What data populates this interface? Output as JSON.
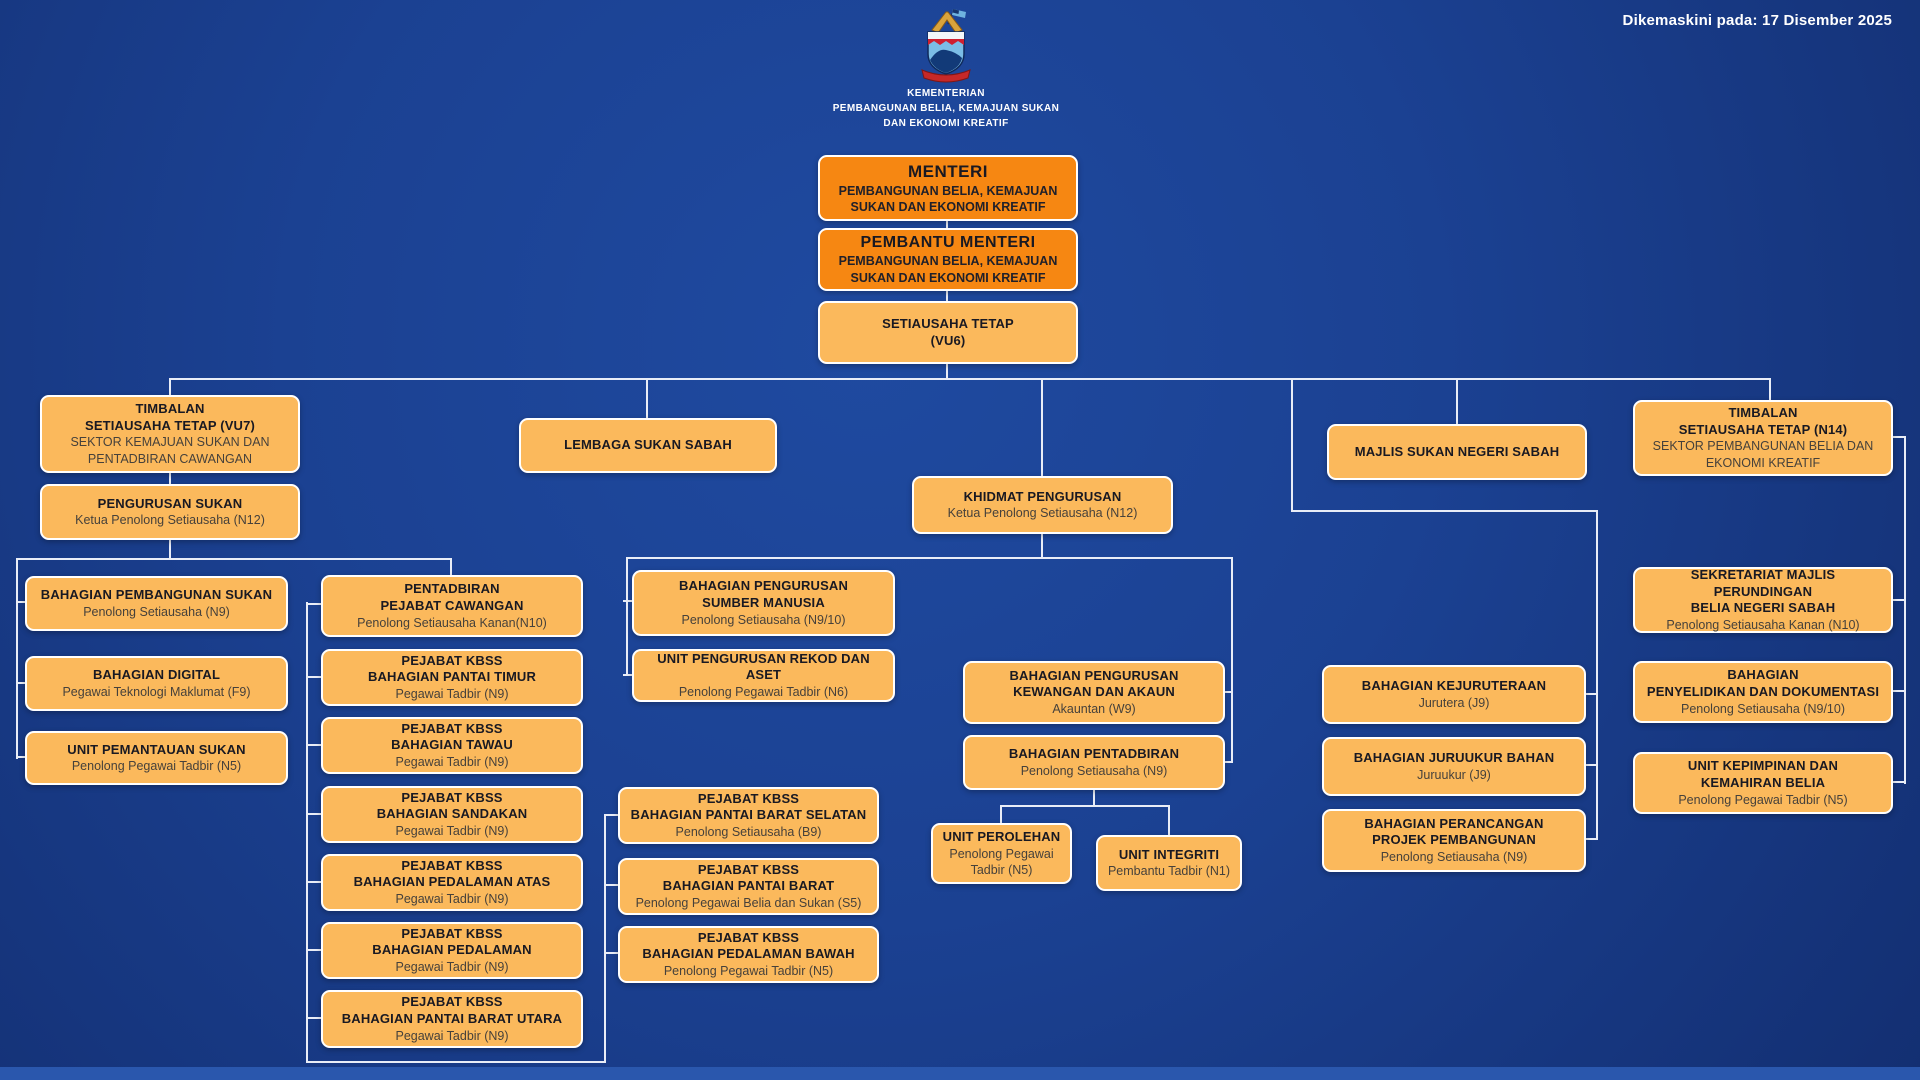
{
  "header": {
    "updated": "Dikemaskini pada: 17 Disember 2025",
    "ministry": [
      "KEMENTERIAN",
      "PEMBANGUNAN BELIA, KEMAJUAN SUKAN",
      "DAN EKONOMI KREATIF"
    ]
  },
  "colors": {
    "accent_dark_orange": "#F68712",
    "accent_light_orange": "#FBB95C",
    "background_blue": "#1B4192",
    "footer_blue": "#2A57AD",
    "connector": "#E9EDF7"
  },
  "nodes": {
    "menteri": {
      "t": [
        "MENTERI"
      ],
      "s": [
        "PEMBANGUNAN BELIA, KEMAJUAN",
        "SUKAN DAN EKONOMI KREATIF"
      ]
    },
    "pembantu_menteri": {
      "t": [
        "PEMBANTU MENTERI"
      ],
      "s": [
        "PEMBANGUNAN BELIA, KEMAJUAN",
        "SUKAN DAN EKONOMI KREATIF"
      ]
    },
    "setiausaha_tetap": {
      "t": [
        "SETIAUSAHA TETAP",
        "(VU6)"
      ],
      "s": []
    },
    "tst_vu7": {
      "t": [
        "TIMBALAN",
        "SETIAUSAHA TETAP (VU7)"
      ],
      "s": [
        "SEKTOR KEMAJUAN SUKAN DAN",
        "PENTADBIRAN CAWANGAN"
      ]
    },
    "pengurusan_sukan": {
      "t": [
        "PENGURUSAN SUKAN"
      ],
      "s": [
        "Ketua Penolong Setiausaha (N12)"
      ]
    },
    "lembaga": {
      "t": [
        "LEMBAGA SUKAN SABAH"
      ],
      "s": []
    },
    "khidmat": {
      "t": [
        "KHIDMAT PENGURUSAN"
      ],
      "s": [
        "Ketua Penolong Setiausaha (N12)"
      ]
    },
    "majlis": {
      "t": [
        "MAJLIS SUKAN NEGERI SABAH"
      ],
      "s": []
    },
    "tst_n14": {
      "t": [
        "TIMBALAN",
        "SETIAUSAHA TETAP (N14)"
      ],
      "s": [
        "SEKTOR PEMBANGUNAN BELIA DAN",
        "EKONOMI KREATIF"
      ]
    },
    "bps": {
      "t": [
        "BAHAGIAN PEMBANGUNAN SUKAN"
      ],
      "s": [
        "Penolong Setiausaha (N9)"
      ]
    },
    "digital": {
      "t": [
        "BAHAGIAN DIGITAL"
      ],
      "s": [
        "Pegawai Teknologi Maklumat (F9)"
      ]
    },
    "pemantauan": {
      "t": [
        "UNIT PEMANTAUAN SUKAN"
      ],
      "s": [
        "Penolong Pegawai Tadbir (N5)"
      ]
    },
    "ppc": {
      "t": [
        "PENTADBIRAN",
        "PEJABAT CAWANGAN"
      ],
      "s": [
        "Penolong Setiausaha Kanan(N10)"
      ]
    },
    "kbss_timur": {
      "t": [
        "PEJABAT KBSS",
        "BAHAGIAN PANTAI TIMUR"
      ],
      "s": [
        "Pegawai Tadbir (N9)"
      ]
    },
    "kbss_tawau": {
      "t": [
        "PEJABAT KBSS",
        "BAHAGIAN TAWAU"
      ],
      "s": [
        "Pegawai Tadbir (N9)"
      ]
    },
    "kbss_sandakan": {
      "t": [
        "PEJABAT KBSS",
        "BAHAGIAN SANDAKAN"
      ],
      "s": [
        "Pegawai Tadbir (N9)"
      ]
    },
    "kbss_ped_atas": {
      "t": [
        "PEJABAT KBSS",
        "BAHAGIAN PEDALAMAN ATAS"
      ],
      "s": [
        "Pegawai Tadbir (N9)"
      ]
    },
    "kbss_pedalaman": {
      "t": [
        "PEJABAT KBSS",
        "BAHAGIAN PEDALAMAN"
      ],
      "s": [
        "Pegawai Tadbir (N9)"
      ]
    },
    "kbss_pbu": {
      "t": [
        "PEJABAT KBSS",
        "BAHAGIAN PANTAI BARAT UTARA"
      ],
      "s": [
        "Pegawai Tadbir (N9)"
      ]
    },
    "kbss_pbs": {
      "t": [
        "PEJABAT KBSS",
        "BAHAGIAN PANTAI BARAT SELATAN"
      ],
      "s": [
        "Penolong Setiausaha (B9)"
      ]
    },
    "kbss_pb": {
      "t": [
        "PEJABAT KBSS",
        "BAHAGIAN PANTAI BARAT"
      ],
      "s": [
        "Penolong Pegawai Belia dan Sukan (S5)"
      ]
    },
    "kbss_ped_bawah": {
      "t": [
        "PEJABAT KBSS",
        "BAHAGIAN PEDALAMAN BAWAH"
      ],
      "s": [
        "Penolong Pegawai Tadbir (N5)"
      ]
    },
    "sumber_manusia": {
      "t": [
        "BAHAGIAN PENGURUSAN",
        "SUMBER MANUSIA"
      ],
      "s": [
        "Penolong Setiausaha (N9/10)"
      ]
    },
    "rekod_aset": {
      "t": [
        "UNIT PENGURUSAN REKOD DAN ASET"
      ],
      "s": [
        "Penolong Pegawai Tadbir (N6)"
      ]
    },
    "kewangan": {
      "t": [
        "BAHAGIAN PENGURUSAN",
        "KEWANGAN DAN AKAUN"
      ],
      "s": [
        "Akauntan (W9)"
      ]
    },
    "pentadbiran": {
      "t": [
        "BAHAGIAN PENTADBIRAN"
      ],
      "s": [
        "Penolong Setiausaha (N9)"
      ]
    },
    "perolehan": {
      "t": [
        "UNIT PEROLEHAN"
      ],
      "s": [
        "Penolong Pegawai",
        "Tadbir (N5)"
      ]
    },
    "integriti": {
      "t": [
        "UNIT INTEGRITI"
      ],
      "s": [
        "Pembantu Tadbir (N1)"
      ]
    },
    "kejuruteraan": {
      "t": [
        "BAHAGIAN KEJURUTERAAN"
      ],
      "s": [
        "Jurutera (J9)"
      ]
    },
    "juruukur": {
      "t": [
        "BAHAGIAN JURUUKUR BAHAN"
      ],
      "s": [
        "Juruukur (J9)"
      ]
    },
    "perancangan": {
      "t": [
        "BAHAGIAN PERANCANGAN",
        "PROJEK PEMBANGUNAN"
      ],
      "s": [
        "Penolong Setiausaha (N9)"
      ]
    },
    "sekretariat": {
      "t": [
        "SEKRETARIAT MAJLIS PERUNDINGAN",
        "BELIA NEGERI SABAH"
      ],
      "s": [
        "Penolong Setiausaha Kanan (N10)"
      ]
    },
    "penyelidikan": {
      "t": [
        "BAHAGIAN",
        "PENYELIDIKAN DAN DOKUMENTASI"
      ],
      "s": [
        "Penolong Setiausaha (N9/10)"
      ]
    },
    "kepimpinan": {
      "t": [
        "UNIT KEPIMPINAN DAN",
        "KEMAHIRAN BELIA"
      ],
      "s": [
        "Penolong Pegawai Tadbir (N5)"
      ]
    }
  }
}
